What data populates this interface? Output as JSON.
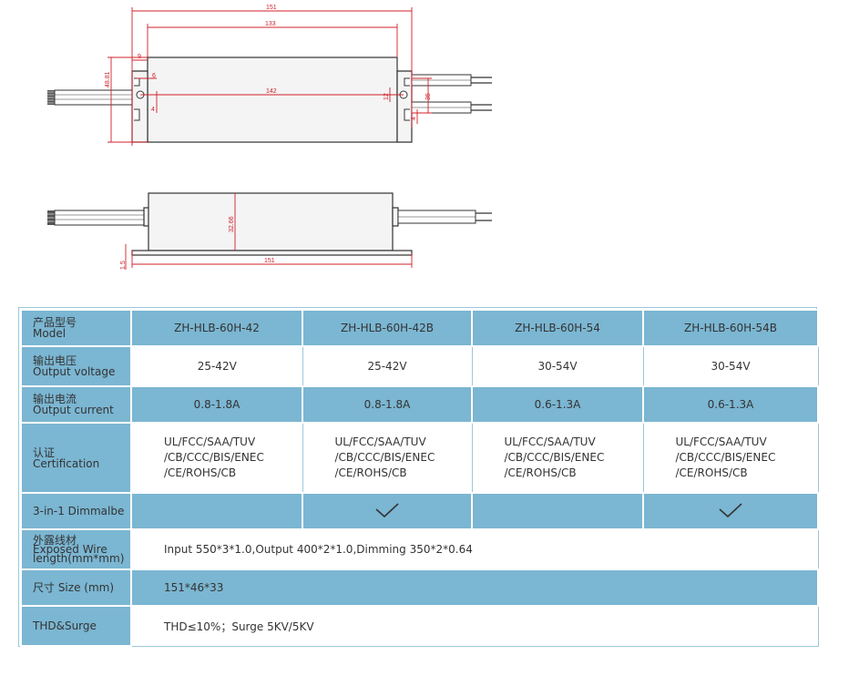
{
  "drawing": {
    "top_view": {
      "dims": {
        "overall_length": "151",
        "inner_length": "133",
        "hole_span": "142",
        "height": "48.81",
        "tab_width": "9",
        "slot_a": "6",
        "slot_b": "4",
        "right_a": "12",
        "right_b": "35",
        "right_c": "4"
      }
    },
    "side_view": {
      "dims": {
        "body_height": "32.66",
        "overall_length": "151",
        "foot_height": "1.5"
      }
    }
  },
  "table": {
    "columns": [
      "ZH-HLB-60H-42",
      "ZH-HLB-60H-42B",
      "ZH-HLB-60H-54",
      "ZH-HLB-60H-54B"
    ],
    "rows": {
      "model": {
        "label_cn": "产品型号",
        "label_en": "Model"
      },
      "voltage": {
        "label_cn": "输出电压",
        "label_en": "Output voltage",
        "values": [
          "25-42V",
          "25-42V",
          "30-54V",
          "30-54V"
        ]
      },
      "current": {
        "label_cn": "输出电流",
        "label_en": "Output current",
        "values": [
          "0.8-1.8A",
          "0.8-1.8A",
          "0.6-1.3A",
          "0.6-1.3A"
        ]
      },
      "certification": {
        "label_cn": "认证",
        "label_en": "Certification",
        "values": [
          [
            "UL/FCC/SAA/TUV",
            "/CB/CCC/BIS/ENEC",
            "/CE/ROHS/CB"
          ],
          [
            "UL/FCC/SAA/TUV",
            "/CB/CCC/BIS/ENEC",
            "/CE/ROHS/CB"
          ],
          [
            "UL/FCC/SAA/TUV",
            "/CB/CCC/BIS/ENEC",
            "/CE/ROHS/CB"
          ],
          [
            "UL/FCC/SAA/TUV",
            "/CB/CCC/BIS/ENEC",
            "/CE/ROHS/CB"
          ]
        ]
      },
      "dimmable": {
        "label": "3-in-1 Dimmalbe",
        "values": [
          false,
          true,
          false,
          true
        ]
      },
      "wire": {
        "label_cn": "外露线材",
        "label_en1": "Exposed Wire",
        "label_en2": "length(mm*mm)",
        "value": "Input 550*3*1.0,Output 400*2*1.0,Dimming 350*2*0.64"
      },
      "size": {
        "label": "尺寸 Size (mm)",
        "value": "151*46*33"
      },
      "thd": {
        "label": "THD&Surge",
        "value": "THD≤10%；Surge 5KV/5KV"
      }
    }
  },
  "colors": {
    "header_blue": "#7bb6d2",
    "dimension_red": "#d0202a"
  }
}
